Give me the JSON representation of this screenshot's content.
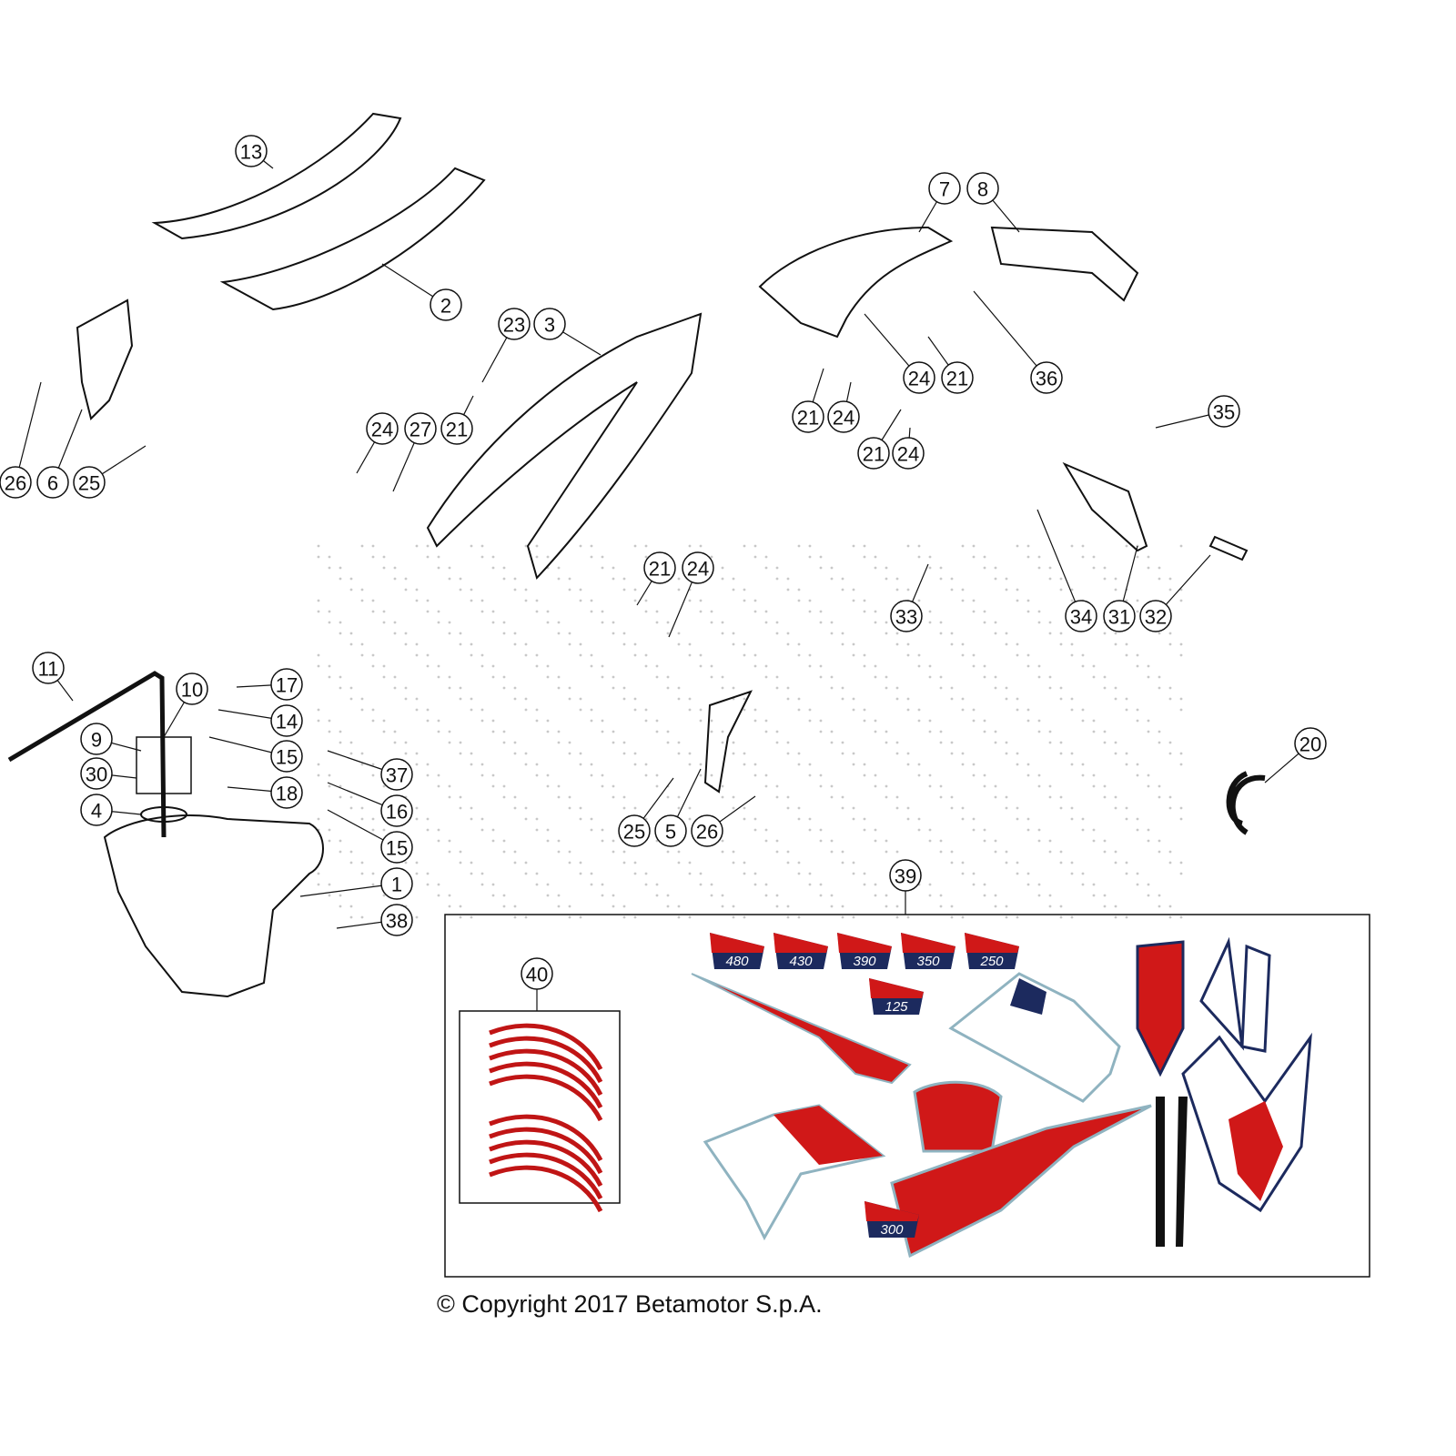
{
  "diagram": {
    "callouts": [
      "13",
      "2",
      "23",
      "3",
      "24",
      "27",
      "21",
      "26",
      "6",
      "25",
      "7",
      "8",
      "24",
      "21",
      "36",
      "21",
      "24",
      "21",
      "24",
      "35",
      "21",
      "24",
      "33",
      "34",
      "31",
      "32",
      "11",
      "10",
      "17",
      "14",
      "9",
      "15",
      "30",
      "37",
      "18",
      "16",
      "4",
      "15",
      "1",
      "38",
      "25",
      "5",
      "26",
      "20",
      "39",
      "40"
    ],
    "decal_sizes": [
      "480",
      "430",
      "390",
      "350",
      "250",
      "125",
      "300"
    ],
    "colors": {
      "red": "#d01818",
      "navy": "#1c2a5e",
      "line": "#111111",
      "watermark": "#bbbbbb"
    }
  },
  "footer": {
    "copyright": "© Copyright 2017 Betamotor S.p.A."
  }
}
